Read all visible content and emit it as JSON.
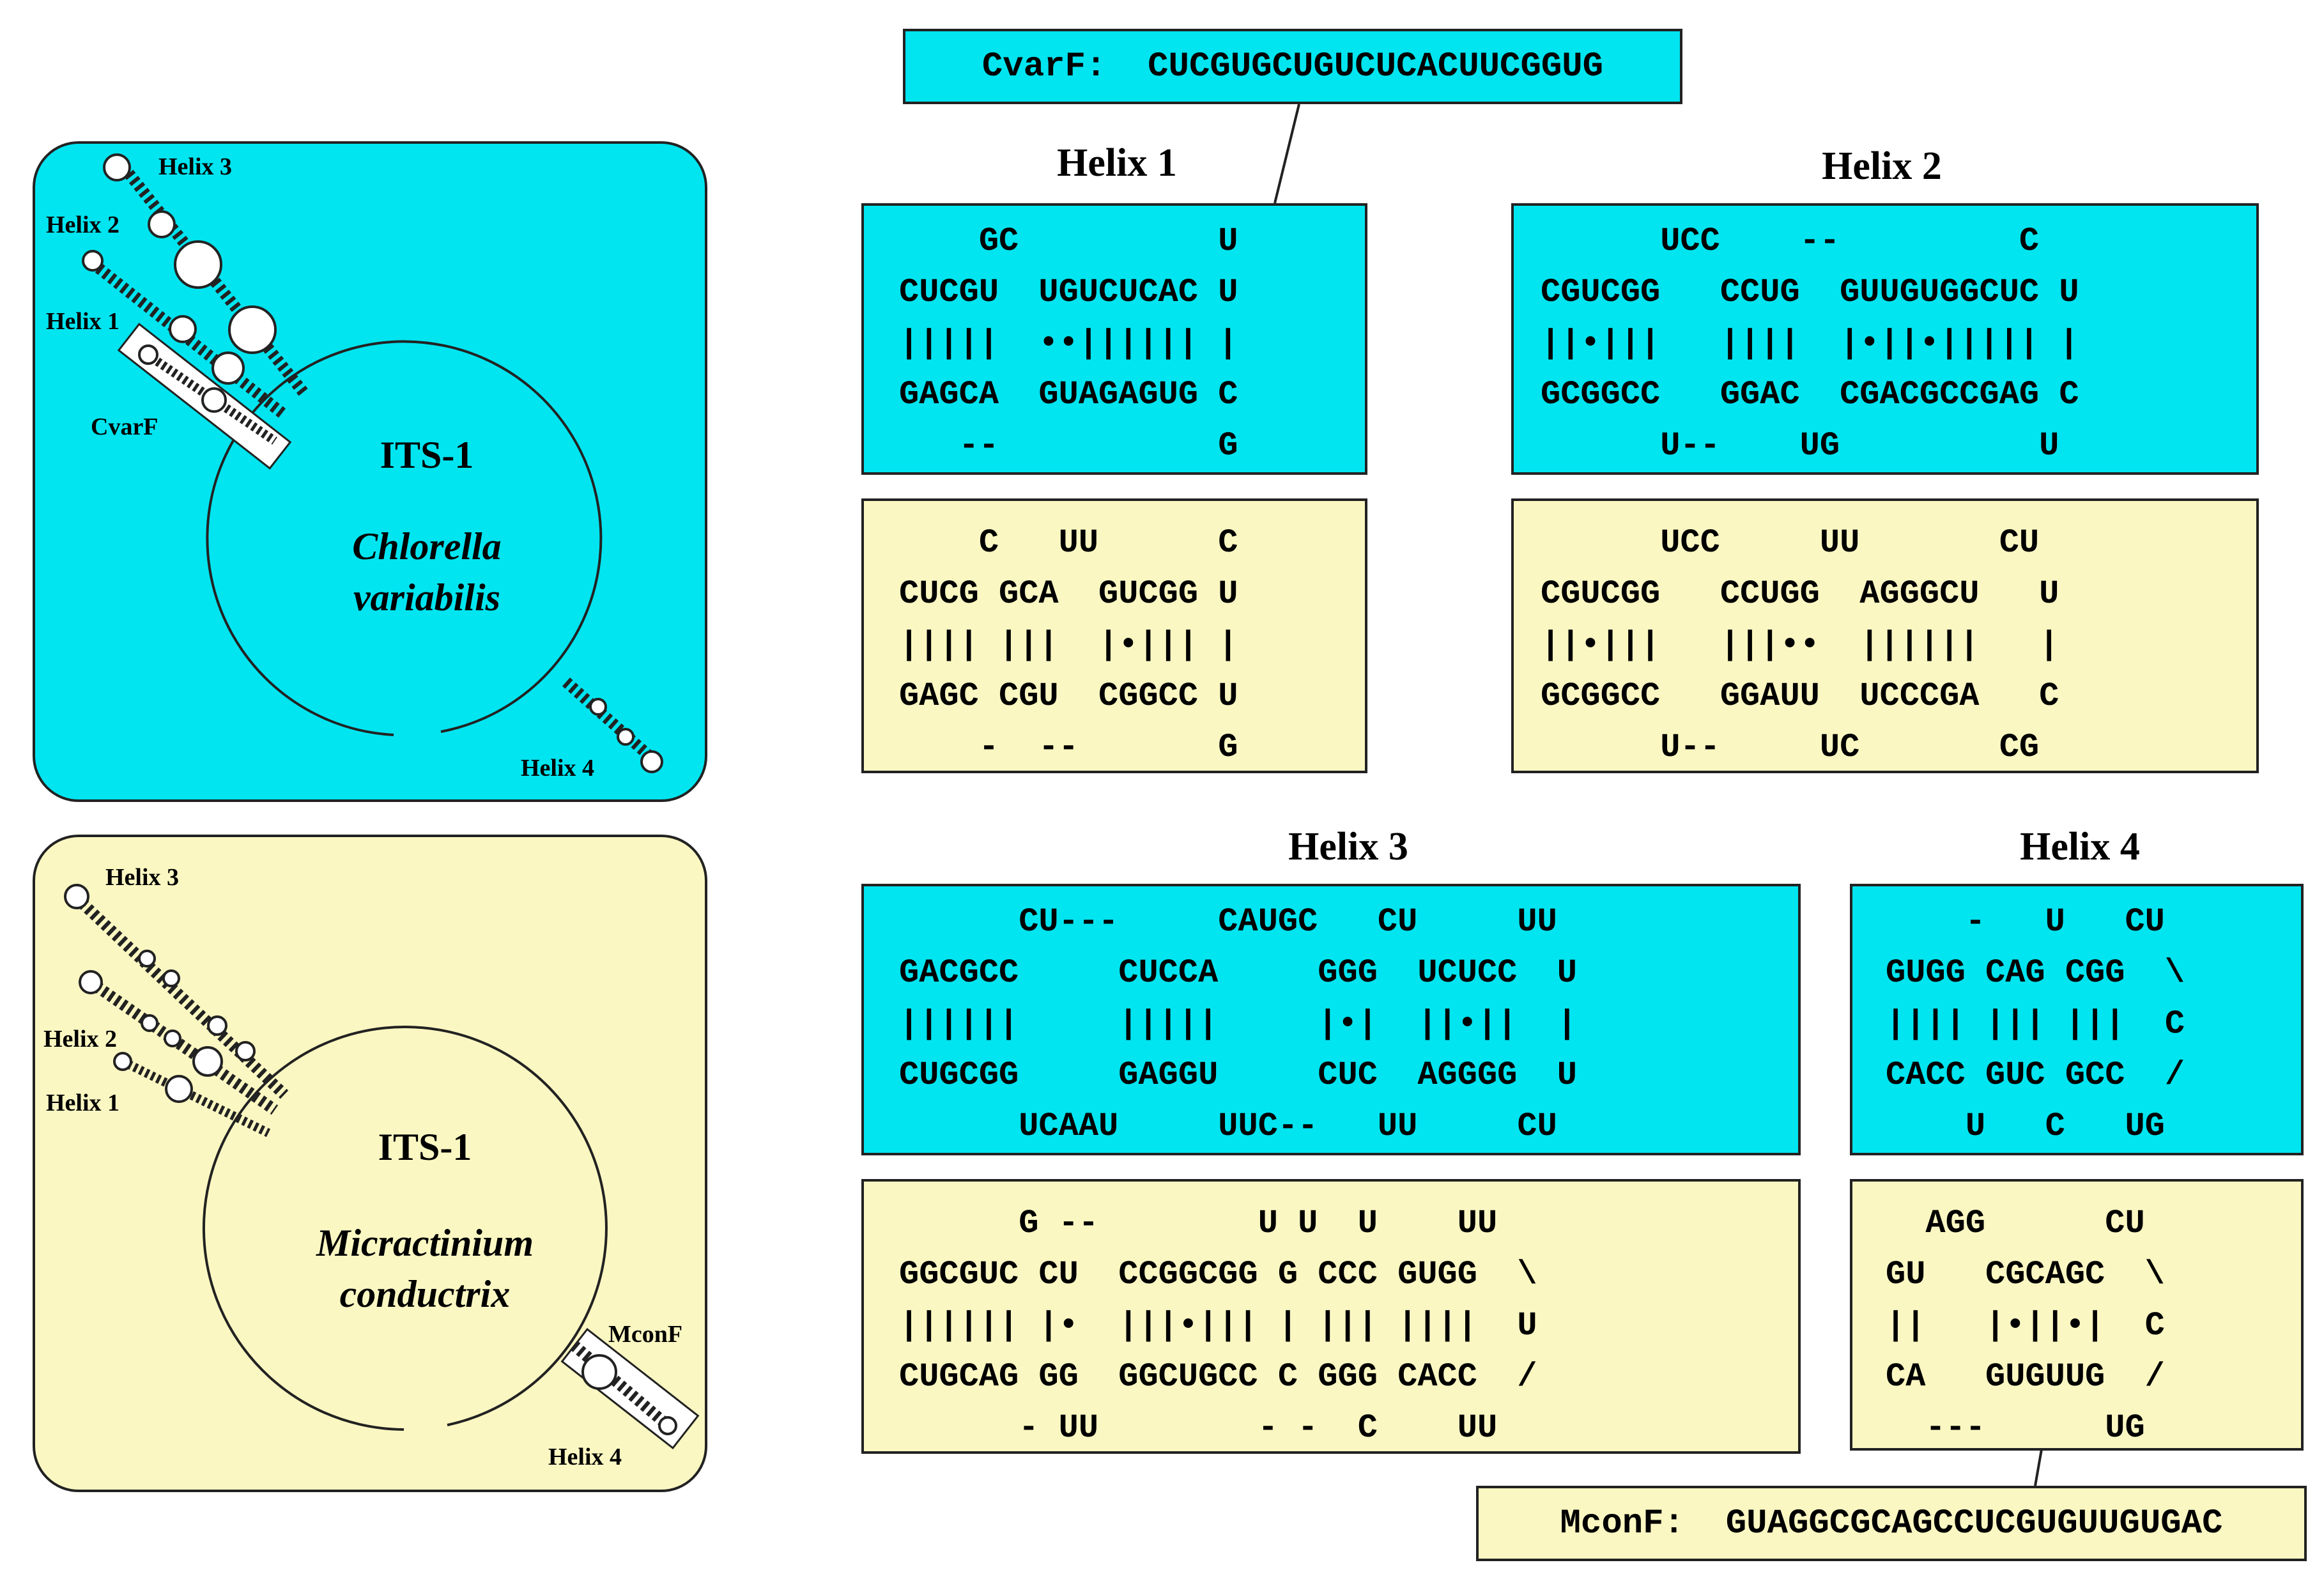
{
  "primers": {
    "cvarf": "CvarF:  CUCGUGCUGUCUCACUUCGGUG",
    "mconf": "MconF:  GUAGGCGCAGCCUCGUGUUGUGAC"
  },
  "overview": {
    "chlorella": {
      "region": "ITS-1",
      "species_line1": "Chlorella",
      "species_line2": "variabilis",
      "helix1": "Helix 1",
      "helix2": "Helix 2",
      "helix3": "Helix 3",
      "helix4": "Helix 4",
      "primer": "CvarF"
    },
    "micractinium": {
      "region": "ITS-1",
      "species_line1": "Micractinium",
      "species_line2": "conductrix",
      "helix1": "Helix 1",
      "helix2": "Helix 2",
      "helix3": "Helix 3",
      "helix4": "Helix 4",
      "primer": "MconF"
    }
  },
  "helices": [
    {
      "title": "Helix 1",
      "chlorella": [
        "    GC          U",
        "CUCGU  UGUCUCAC U",
        "|||||  ••|||||| |",
        "GAGCA  GUAGAGUG C",
        "   --           G"
      ],
      "micractinium": [
        "    C   UU      C",
        "CUCG GCA  GUCGG U",
        "|||| |||  |•||| |",
        "GAGC CGU  CGGCC U",
        "    -  --       G"
      ]
    },
    {
      "title": "Helix 2",
      "chlorella": [
        "      UCC    --         C",
        "CGUCGG   CCUG  GUUGUGGCUC U",
        "||•|||   ||||  |•||•||||| |",
        "GCGGCC   GGAC  CGACGCCGAG C",
        "      U--    UG          U"
      ],
      "micractinium": [
        "      UCC     UU       CU",
        "CGUCGG   CCUGG  AGGGCU   U",
        "||•|||   |||••  ||||||   |",
        "GCGGCC   GGAUU  UCCCGA   C",
        "      U--     UC       CG"
      ]
    },
    {
      "title": "Helix 3",
      "chlorella": [
        "      CU---     CAUGC   CU     UU",
        "GACGCC     CUCCA     GGG  UCUCC  U",
        "||||||     |||||     |•|  ||•||  |",
        "CUGCGG     GAGGU     CUC  AGGGG  U",
        "      UCAAU     UUC--   UU     CU"
      ],
      "micractinium": [
        "      G --        U U  U    UU",
        "GGCGUC CU  CCGGCGG G CCC GUGG  \\",
        "|||||| |•  |||•||| | ||| ||||  U",
        "CUGCAG GG  GGCUGCC C GGG CACC  /",
        "      - UU        - -  C    UU"
      ]
    },
    {
      "title": "Helix 4",
      "chlorella": [
        "    -   U   CU",
        "GUGG CAG CGG  \\",
        "|||| ||| |||  C",
        "CACC GUC GCC  /",
        "    U   C   UG"
      ],
      "micractinium": [
        "  AGG      CU",
        "GU   CGCAGC  \\",
        "||   |•||•|  C",
        "CA   GUGUUG  /",
        "  ---      UG"
      ]
    }
  ],
  "colors": {
    "chlorella": "#00e5f0",
    "micractinium": "#fbf7c2",
    "ink": "#222222"
  }
}
